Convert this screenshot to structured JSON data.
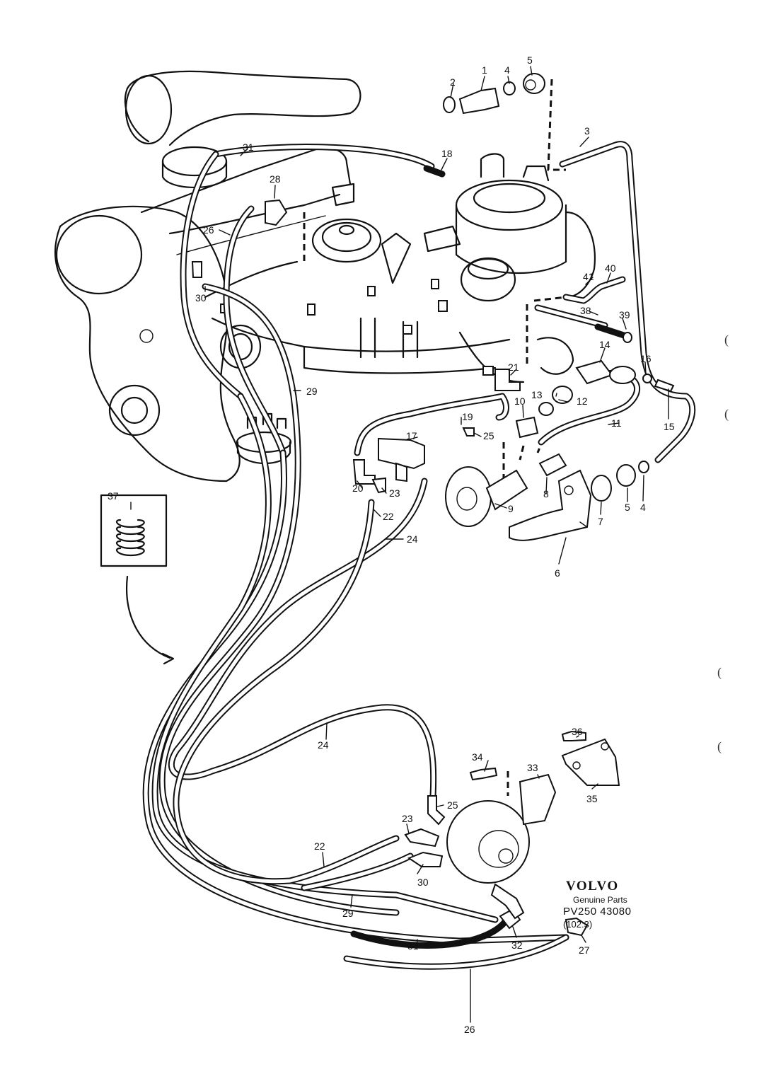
{
  "diagram": {
    "callouts": [
      {
        "id": "c1",
        "label": "1"
      },
      {
        "id": "c2",
        "label": "2"
      },
      {
        "id": "c3",
        "label": "3"
      },
      {
        "id": "c4a",
        "label": "4"
      },
      {
        "id": "c4b",
        "label": "4"
      },
      {
        "id": "c5a",
        "label": "5"
      },
      {
        "id": "c5b",
        "label": "5"
      },
      {
        "id": "c6",
        "label": "6"
      },
      {
        "id": "c7",
        "label": "7"
      },
      {
        "id": "c8",
        "label": "8"
      },
      {
        "id": "c9",
        "label": "9"
      },
      {
        "id": "c10",
        "label": "10"
      },
      {
        "id": "c11",
        "label": "11"
      },
      {
        "id": "c12",
        "label": "12"
      },
      {
        "id": "c13",
        "label": "13"
      },
      {
        "id": "c14",
        "label": "14"
      },
      {
        "id": "c15",
        "label": "15"
      },
      {
        "id": "c16",
        "label": "16"
      },
      {
        "id": "c17",
        "label": "17"
      },
      {
        "id": "c18",
        "label": "18"
      },
      {
        "id": "c19",
        "label": "19"
      },
      {
        "id": "c20",
        "label": "20"
      },
      {
        "id": "c21",
        "label": "21"
      },
      {
        "id": "c22a",
        "label": "22"
      },
      {
        "id": "c22b",
        "label": "22"
      },
      {
        "id": "c23a",
        "label": "23"
      },
      {
        "id": "c23b",
        "label": "23"
      },
      {
        "id": "c24a",
        "label": "24"
      },
      {
        "id": "c24b",
        "label": "24"
      },
      {
        "id": "c25a",
        "label": "25"
      },
      {
        "id": "c25b",
        "label": "25"
      },
      {
        "id": "c26a",
        "label": "26"
      },
      {
        "id": "c26b",
        "label": "26"
      },
      {
        "id": "c27",
        "label": "27"
      },
      {
        "id": "c28",
        "label": "28"
      },
      {
        "id": "c29a",
        "label": "29"
      },
      {
        "id": "c29b",
        "label": "29"
      },
      {
        "id": "c30a",
        "label": "30"
      },
      {
        "id": "c30b",
        "label": "30"
      },
      {
        "id": "c31a",
        "label": "31"
      },
      {
        "id": "c31b",
        "label": "31"
      },
      {
        "id": "c32",
        "label": "32"
      },
      {
        "id": "c33",
        "label": "33"
      },
      {
        "id": "c34",
        "label": "34"
      },
      {
        "id": "c35",
        "label": "35"
      },
      {
        "id": "c36",
        "label": "36"
      },
      {
        "id": "c37",
        "label": "37"
      },
      {
        "id": "c38",
        "label": "38"
      },
      {
        "id": "c39",
        "label": "39"
      },
      {
        "id": "c40",
        "label": "40"
      },
      {
        "id": "c41",
        "label": "41"
      }
    ]
  },
  "footer": {
    "brand": "VOLVO",
    "subtitle": "Genuine Parts",
    "code": "PV250 43080",
    "page_ref": "(102:3)"
  },
  "margin_marks": [
    "(",
    "(",
    "(",
    "("
  ]
}
